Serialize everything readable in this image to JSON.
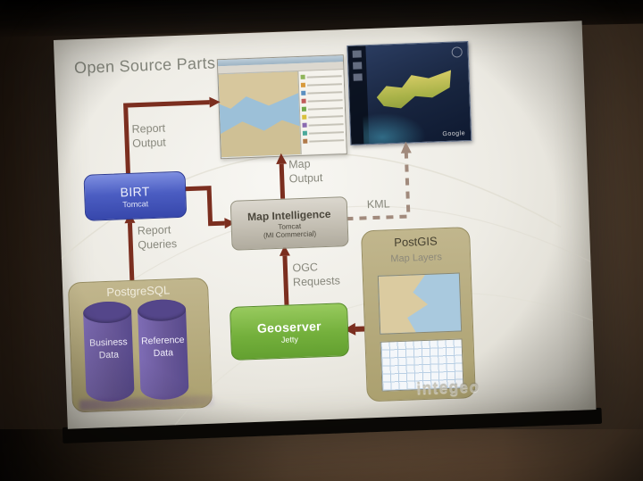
{
  "slide": {
    "title": "Open Source Parts",
    "watermark": "integeo",
    "colors": {
      "birt_blue": "#4b5dc2",
      "geoserver_green": "#74b03c",
      "container_tan": "#b3a87c",
      "cylinder_purple": "#695899",
      "arrow_maroon": "#7b2e1f",
      "kml_dashed": "#a18a7c",
      "label_gray": "#88887d"
    },
    "nodes": {
      "birt": {
        "title": "BIRT",
        "subtitle": "Tomcat"
      },
      "map_intelligence": {
        "title": "Map Intelligence",
        "subtitle": "Tomcat",
        "note": "(MI Commercial)"
      },
      "geoserver": {
        "title": "Geoserver",
        "subtitle": "Jetty"
      },
      "postgresql": {
        "title": "PostgreSQL",
        "cylinders": [
          {
            "label": "Business Data"
          },
          {
            "label": "Reference Data"
          }
        ]
      },
      "postgis": {
        "title": "PostGIS",
        "subtitle": "Map Layers"
      }
    },
    "edges": {
      "report_output": {
        "lines": [
          "Report",
          "Output"
        ]
      },
      "report_queries": {
        "lines": [
          "Report",
          "Queries"
        ]
      },
      "map_output": {
        "lines": [
          "Map",
          "Output"
        ]
      },
      "ogc_requests": {
        "lines": [
          "OGC",
          "Requests"
        ]
      },
      "kml": {
        "label": "KML"
      }
    },
    "screenshots": {
      "globe": {
        "credit": "Google"
      }
    }
  }
}
